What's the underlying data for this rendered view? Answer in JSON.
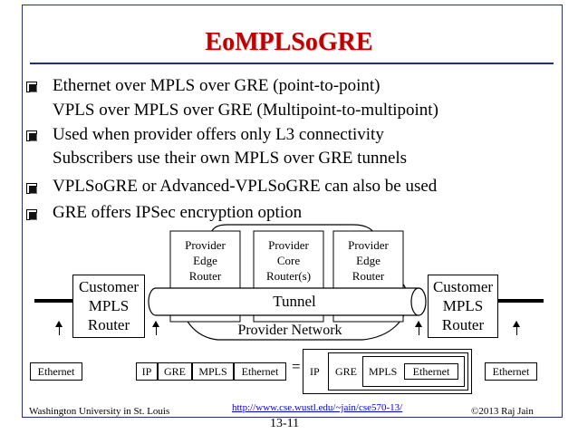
{
  "slide": {
    "title": "EoMPLSoGRE",
    "bullets": [
      {
        "lines": [
          "Ethernet over MPLS over GRE (point-to-point)",
          "VPLS over MPLS over GRE (Multipoint-to-multipoint)"
        ]
      },
      {
        "lines": [
          "Used when provider offers only L3 connectivity",
          "Subscribers use their own MPLS over GRE tunnels"
        ]
      },
      {
        "lines": [
          "VPLSoGRE or Advanced-VPLSoGRE can also be used"
        ]
      },
      {
        "lines": [
          "GRE offers IPSec encryption option"
        ]
      }
    ]
  },
  "diagram": {
    "provider_edge_left": [
      "Provider",
      "Edge",
      "Router"
    ],
    "provider_core": [
      "Provider",
      "Core",
      "Router(s)"
    ],
    "provider_edge_right": [
      "Provider",
      "Edge",
      "Router"
    ],
    "customer_left": [
      "Customer",
      "MPLS",
      "Router"
    ],
    "customer_right": [
      "Customer",
      "MPLS",
      "Router"
    ],
    "tunnel_label": "Tunnel",
    "provider_network_label": "Provider Network"
  },
  "frames": {
    "left_ethernet": "Ethernet",
    "encapsulated": [
      "IP",
      "GRE",
      "MPLS",
      "Ethernet"
    ],
    "equals": "=",
    "nested": [
      "IP",
      "GRE",
      "MPLS",
      "Ethernet"
    ],
    "right_ethernet": "Ethernet"
  },
  "footer": {
    "left": "Washington University in St. Louis",
    "url": "http://www.cse.wustl.edu/~jain/cse570-13/",
    "right": "©2013 Raj Jain",
    "page": "13-11"
  },
  "colors": {
    "title": "#c00000",
    "frame_border": "#1f2f86",
    "url": "#0000ee"
  }
}
